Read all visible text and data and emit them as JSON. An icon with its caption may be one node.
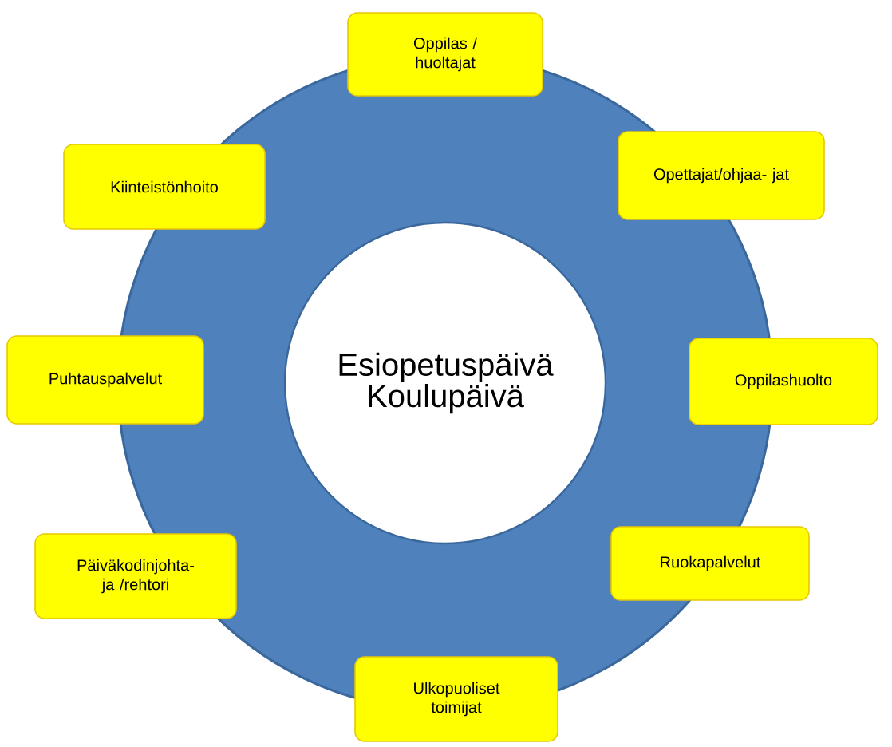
{
  "diagram": {
    "nodes": [
      {
        "text": [
          "Esiopetuspäivä Koulupäivä"
        ]
      },
      {
        "text": [
          "Oppilas / huoltajat"
        ]
      },
      {
        "text": [
          "Opettajat/ohjaa- jat"
        ]
      },
      {
        "text": [
          "Oppilashuolto"
        ]
      },
      {
        "text": [
          "Ruokapalvelut"
        ]
      },
      {
        "text": [
          "Ulkopuoliset toimijat"
        ]
      },
      {
        "text": [
          "Päiväkodinjohta- ja /rehtori"
        ]
      },
      {
        "text": [
          "Puhtauspalvelut"
        ]
      },
      {
        "text": [
          "Kiinteistönhoito"
        ]
      }
    ]
  }
}
